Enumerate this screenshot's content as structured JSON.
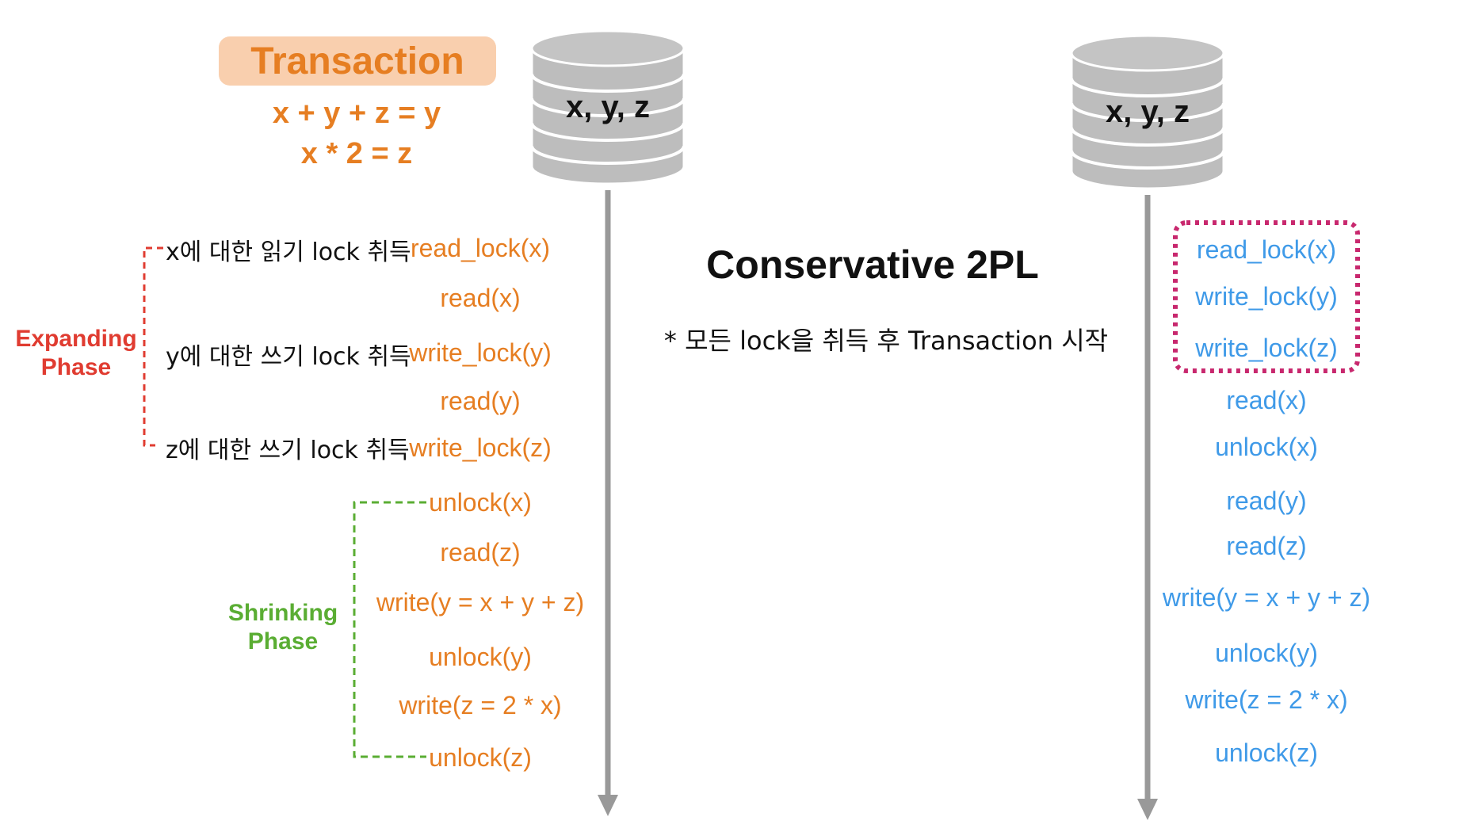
{
  "transaction": {
    "title": "Transaction",
    "formulas": [
      "x + y + z = y",
      "x * 2 = z"
    ]
  },
  "databases": {
    "left_label": "x, y, z",
    "right_label": "x, y, z"
  },
  "phases": {
    "expanding": [
      "Expanding",
      "Phase"
    ],
    "shrinking": [
      "Shrinking",
      "Phase"
    ]
  },
  "left_annotations": [
    "x에 대한 읽기 lock 취득",
    "y에 대한 쓰기 lock 취득",
    "z에 대한 쓰기 lock 취득"
  ],
  "left_ops": [
    "read_lock(x)",
    "read(x)",
    "write_lock(y)",
    "read(y)",
    "write_lock(z)",
    "unlock(x)",
    "read(z)",
    "write(y = x + y + z)",
    "unlock(y)",
    "write(z = 2 * x)",
    "unlock(z)"
  ],
  "conservative": {
    "title": "Conservative 2PL",
    "note": "* 모든 lock을 취득 후 Transaction 시작"
  },
  "right_ops": [
    "read_lock(x)",
    "write_lock(y)",
    "write_lock(z)",
    "read(x)",
    "unlock(x)",
    "read(y)",
    "read(z)",
    "write(y = x + y + z)",
    "unlock(y)",
    "write(z = 2 * x)",
    "unlock(z)"
  ],
  "colors": {
    "orange": "#e67e22",
    "blue": "#3f9ae8",
    "red": "#e03c31",
    "green": "#5aad33",
    "magenta": "#c8286e",
    "gray": "#999999"
  }
}
